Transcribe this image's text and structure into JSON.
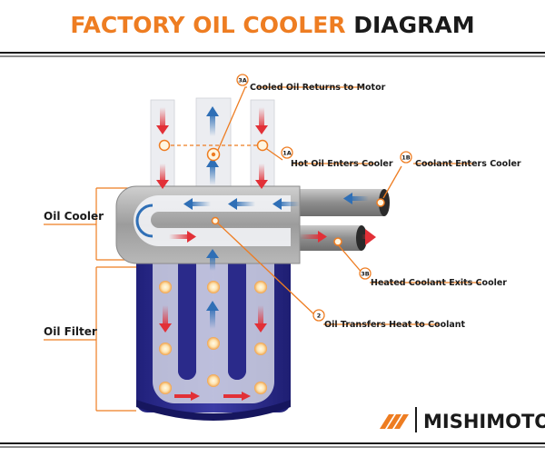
{
  "title": {
    "part1": "FACTORY OIL COOLER",
    "part2": "DIAGRAM"
  },
  "colors": {
    "accent": "#ee7d22",
    "oil_hot": "#e23037",
    "oil_cool": "#2f6fb6",
    "filter": "#2a2a8a",
    "pipe": "#a8a8a8"
  },
  "labels": {
    "l3a": {
      "badge": "3A",
      "text": "Cooled Oil Returns to Motor"
    },
    "l1a": {
      "badge": "1A",
      "text": "Hot Oil Enters Cooler"
    },
    "l1b": {
      "badge": "1B",
      "text": "Coolant Enters Cooler"
    },
    "l3b": {
      "badge": "3B",
      "text": "Heated Coolant Exits Cooler"
    },
    "l2": {
      "badge": "2",
      "text": "Oil Transfers Heat to Coolant"
    }
  },
  "side_labels": {
    "cooler": "Oil Cooler",
    "filter": "Oil Filter"
  },
  "brand": {
    "name": "MISHIMOTO"
  }
}
